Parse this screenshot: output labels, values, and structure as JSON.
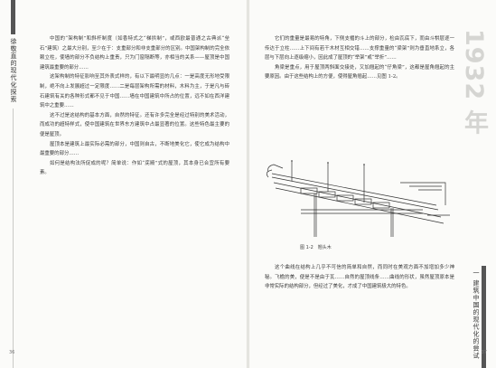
{
  "left_page": {
    "running_head": "徐敬直的现代化探索",
    "folio": "36",
    "paragraphs": [
      "中国的“架构制”和斜杆制度（如香特式之“梯拱制”，或西欧最普通之古典派“垒石”建筑）之最大分别，至少在于：支重部分和非支重部分的区别。中国架构制的完全依赖立柱，使墙的部分不负结构上重责，只为门窗隔断等，亦相当的关系——屋顶是中国建筑最重要的部分……",
      "这架构制的特征影响至其外表式样的，有以下最明显的几点：一是高度无形地受限制，绝不向上发展超过一定限度……二是每层架构所需的材料，木料为主，于是凡与砖石建筑有关的各种形式都不见于中国……墙在中国建筑中所占的位置，远不如在西洋建筑中之重要……",
      "这不过是这结构的基本方面，自然的特征。还有许多完全是经过特别的美术活动，而成功的超特样式，使中国建筑在世界东方建筑中占最显著的位置。这些特色最主要的便是屋顶。",
      "屋顶本是建筑上最实际必需的部分，中国则自古，不断地美化它，使它成为结构中最重要的部分……",
      "如何是结构法所促成的呢？简单说：作如“庑殿”式的屋顶，其本身已合宜所有要素。"
    ]
  },
  "right_page": {
    "year": "1932 年",
    "running_head": "一 建筑中国的现代化的尝试",
    "folio": "37",
    "paragraphs_top": [
      "它们的重量是最易的特角，下侧支楣的斗上的部分，检由瓦底下，而由斗栱层逐一传达于立柱……上下间有若干木材互相交错……支撑重量的“梁架”则为垂直地系立，各层与下层向上逐级缩小，因此成了屋顶的“举架”或“举折”……",
      "角梁是重点，用于屋顶两斜面交接处，又加翘起的“仔角梁”，这都是屋角翘起的主要原因。由于这些结构上的方便，使得屋角翘起……见图 1-2。"
    ],
    "figure_caption": "图 1-2　翘头木",
    "paragraphs_bottom": [
      "这个曲线在结构上几乎不可信的简单和自然，而同时在美观方面不加增加多少神秘。飞檐的美，便是不是由于瓦……自然的屋顶线条……曲线的形状，虽然屋顶原本是非常实际的结构部分，但经过了美化，才成了中国建筑极大的特色。"
    ]
  }
}
